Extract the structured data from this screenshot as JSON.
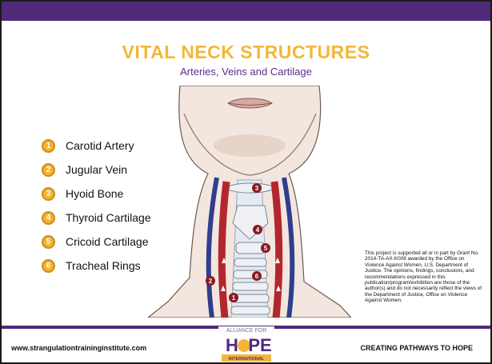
{
  "header": {
    "title": "VITAL NECK STRUCTURES",
    "subtitle": "Arteries, Veins and Cartilage"
  },
  "legend": {
    "items": [
      {
        "number": "1",
        "label": "Carotid Artery"
      },
      {
        "number": "2",
        "label": "Jugular Vein"
      },
      {
        "number": "3",
        "label": "Hyoid Bone"
      },
      {
        "number": "4",
        "label": "Thyroid Cartilage"
      },
      {
        "number": "5",
        "label": "Cricoid Cartilage"
      },
      {
        "number": "6",
        "label": "Tracheal Rings"
      }
    ]
  },
  "figure_markers": [
    "1",
    "2",
    "3",
    "4",
    "5",
    "6"
  ],
  "disclaimer": "This project is supported all or in part by Grant No. 2014-TA-AX-K008 awarded by the Office on Violence Against Women, U.S. Department of Justice. The opinions, findings, conclusions, and recommendations expressed in this publication/program/exhibition are those of the author(s) and do not necessarily reflect the views of the Department of Justice, Office on Violence Against Women.",
  "footer": {
    "url": "www.strangulationtraininginstitute.com",
    "tagline": "CREATING PATHWAYS TO HOPE",
    "logo": {
      "top": "ALLIANCE FOR",
      "word_left": "H",
      "word_right": "PE",
      "bottom": "INTERNATIONAL"
    }
  },
  "colors": {
    "purple": "#4f2a78",
    "gold": "#f4b63a",
    "artery": "#b3262d",
    "vein": "#2f3f8c"
  }
}
